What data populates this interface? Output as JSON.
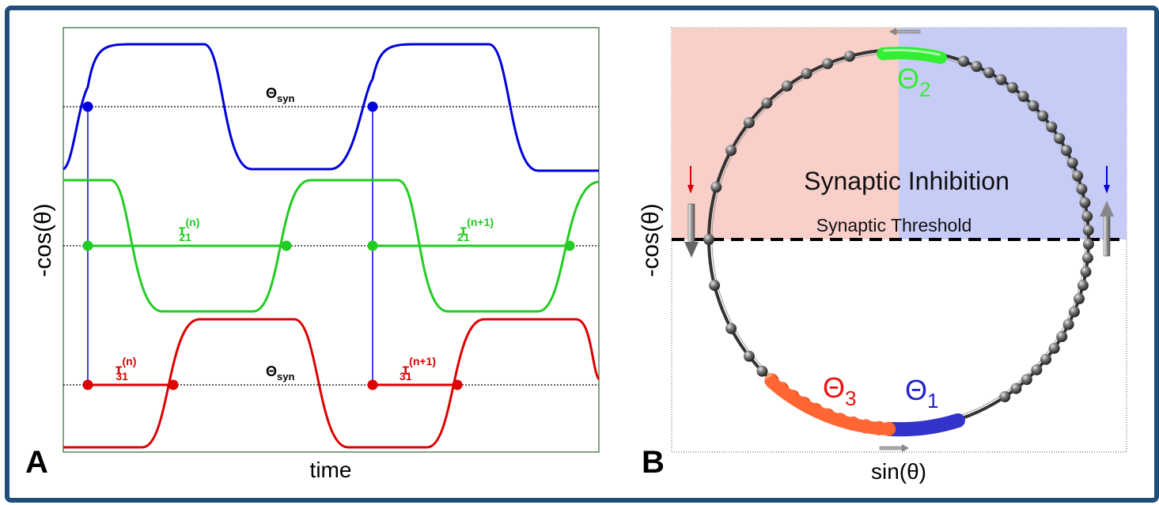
{
  "panel_a": {
    "label": "A",
    "xlabel": "time",
    "ylabel": "-cos(θ)",
    "theta_syn_top": "Θ",
    "theta_syn_top_sub": "syn",
    "theta_syn_bottom": "Θ",
    "theta_syn_bottom_sub": "syn",
    "tau21_n": "τ",
    "tau21_n_sub": "21",
    "tau21_n_sup": "(n)",
    "tau21_n1": "τ",
    "tau21_n1_sub": "21",
    "tau21_n1_sup": "(n+1)",
    "tau31_n": "τ",
    "tau31_n_sub": "31",
    "tau31_n_sup": "(n)",
    "tau31_n1": "τ",
    "tau31_n1_sub": "31",
    "tau31_n1_sup": "(n+1)",
    "colors": {
      "blue": "#0000dd",
      "green": "#22cc22",
      "red": "#dd0000"
    }
  },
  "panel_b": {
    "label": "B",
    "xlabel": "sin(θ)",
    "ylabel": "-cos(θ)",
    "inhibition_label": "Synaptic Inhibition",
    "threshold_label": "Synaptic Threshold",
    "theta1": "Θ",
    "theta1_sub": "1",
    "theta2": "Θ",
    "theta2_sub": "2",
    "theta3": "Θ",
    "theta3_sub": "3",
    "colors": {
      "pink_region": "#f9cfc9",
      "blue_region": "#c7ccf7",
      "green": "#33ee33",
      "blue": "#3333cc",
      "orange": "#ff6633",
      "bead": "#555555"
    }
  }
}
